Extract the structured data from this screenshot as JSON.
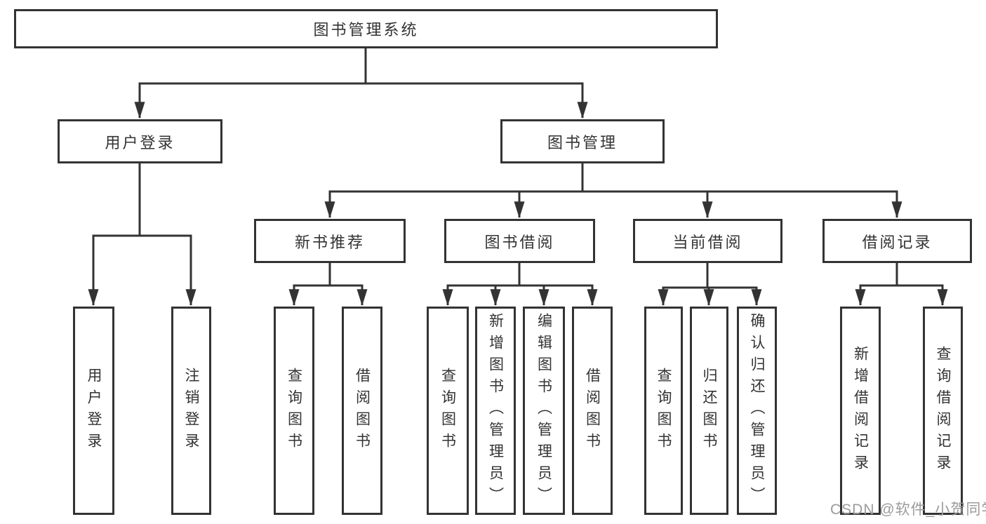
{
  "diagram": {
    "type": "tree",
    "root": {
      "label": "图书管理系统"
    },
    "level2": [
      {
        "id": "user-login",
        "label": "用户登录",
        "parent": "图书管理系统"
      },
      {
        "id": "book-management",
        "label": "图书管理",
        "parent": "图书管理系统"
      }
    ],
    "level3": [
      {
        "id": "new-book-recommend",
        "label": "新书推荐",
        "parent": "图书管理"
      },
      {
        "id": "book-borrowing",
        "label": "图书借阅",
        "parent": "图书管理"
      },
      {
        "id": "current-borrowing",
        "label": "当前借阅",
        "parent": "图书管理"
      },
      {
        "id": "borrowing-records",
        "label": "借阅记录",
        "parent": "图书管理"
      }
    ],
    "leaves": [
      {
        "label": "用户登录",
        "parent": "用户登录"
      },
      {
        "label": "注销登录",
        "parent": "用户登录"
      },
      {
        "label": "查询图书",
        "parent": "新书推荐"
      },
      {
        "label": "借阅图书",
        "parent": "新书推荐"
      },
      {
        "label": "查询图书",
        "parent": "图书借阅"
      },
      {
        "label": "新增图书（管理员）",
        "parent": "图书借阅"
      },
      {
        "label": "编辑图书（管理员）",
        "parent": "图书借阅"
      },
      {
        "label": "借阅图书",
        "parent": "图书借阅"
      },
      {
        "label": "查询图书",
        "parent": "当前借阅"
      },
      {
        "label": "归还图书",
        "parent": "当前借阅"
      },
      {
        "label": "确认归还（管理员）",
        "parent": "当前借阅"
      },
      {
        "label": "新增借阅记录",
        "parent": "借阅记录"
      },
      {
        "label": "查询借阅记录",
        "parent": "借阅记录"
      }
    ],
    "watermark": "CSDN @软件_小贺同学",
    "colors": {
      "line": "#333333",
      "box_border": "#333333",
      "text": "#333333",
      "watermark": "#9b9b9b",
      "background": "#ffffff"
    }
  }
}
